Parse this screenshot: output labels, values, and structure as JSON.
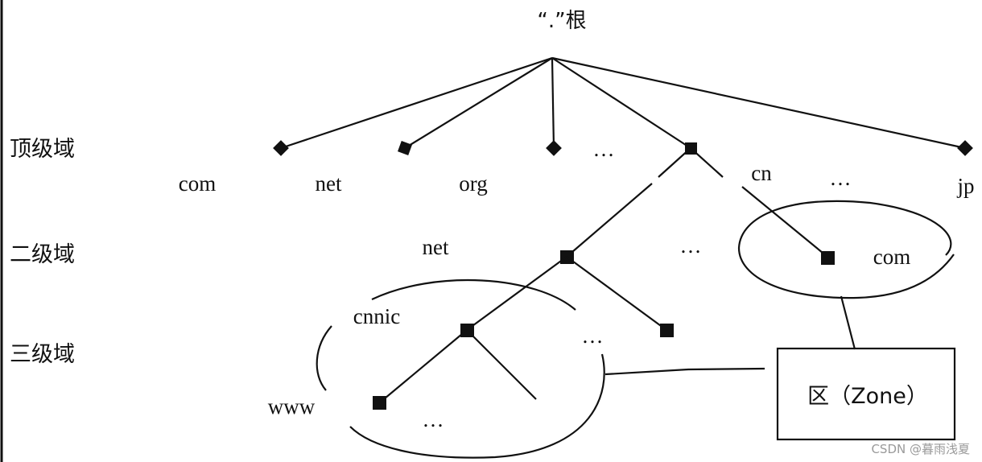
{
  "root_label": "“.”根",
  "levels": {
    "top": "顶级域",
    "second": "二级域",
    "third": "三级域"
  },
  "top_domains": {
    "com": "com",
    "net": "net",
    "org": "org",
    "ellipsis_1": "…",
    "cn": "cn",
    "ellipsis_2": "…",
    "jp": "jp"
  },
  "second_domains": {
    "net": "net",
    "ellipsis": "…",
    "com": "com"
  },
  "third_domains": {
    "cnnic": "cnnic",
    "ellipsis": "…"
  },
  "fourth_domains": {
    "www": "www",
    "ellipsis": "…"
  },
  "zone_box": {
    "label": "区（Zone）"
  },
  "watermark": "CSDN @暮雨浅夏"
}
